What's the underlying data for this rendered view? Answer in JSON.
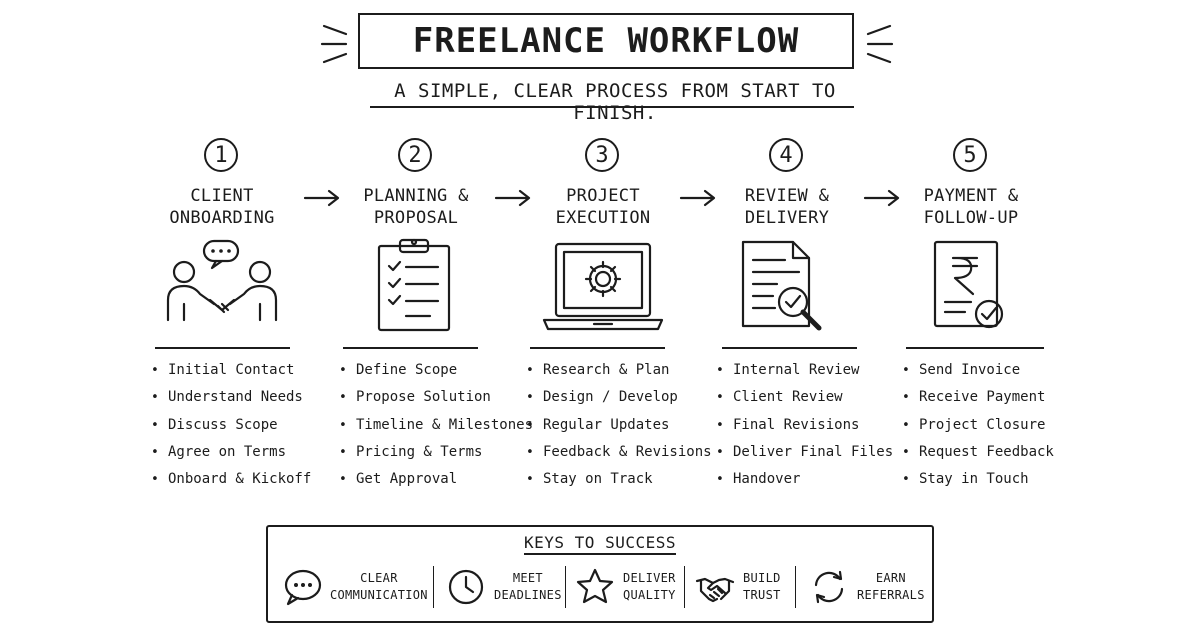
{
  "title": "FREELANCE WORKFLOW",
  "subtitle": "A SIMPLE, CLEAR PROCESS FROM START TO FINISH.",
  "steps": [
    {
      "number": "1",
      "title": "CLIENT\nONBOARDING",
      "icon": "handshake-people-icon",
      "items": [
        "Initial Contact",
        "Understand Needs",
        "Discuss Scope",
        "Agree on Terms",
        "Onboard & Kickoff"
      ]
    },
    {
      "number": "2",
      "title": "PLANNING &\nPROPOSAL",
      "icon": "clipboard-checklist-icon",
      "items": [
        "Define Scope",
        "Propose Solution",
        "Timeline & Milestones",
        "Pricing & Terms",
        "Get Approval"
      ]
    },
    {
      "number": "3",
      "title": "PROJECT\nEXECUTION",
      "icon": "laptop-gear-icon",
      "items": [
        "Research & Plan",
        "Design / Develop",
        "Regular Updates",
        "Feedback & Revisions",
        "Stay on Track"
      ]
    },
    {
      "number": "4",
      "title": "REVIEW &\nDELIVERY",
      "icon": "document-magnifier-icon",
      "items": [
        "Internal Review",
        "Client Review",
        "Final Revisions",
        "Deliver Final Files",
        "Handover"
      ]
    },
    {
      "number": "5",
      "title": "PAYMENT &\nFOLLOW-UP",
      "icon": "rupee-invoice-icon",
      "items": [
        "Send Invoice",
        "Receive Payment",
        "Project Closure",
        "Request Feedback",
        "Stay in Touch"
      ]
    }
  ],
  "keys": {
    "title": "KEYS TO SUCCESS",
    "items": [
      {
        "label": "CLEAR\nCOMMUNICATION",
        "icon": "speech-bubble-icon"
      },
      {
        "label": "MEET\nDEADLINES",
        "icon": "clock-icon"
      },
      {
        "label": "DELIVER\nQUALITY",
        "icon": "star-icon"
      },
      {
        "label": "BUILD\nTRUST",
        "icon": "handshake-icon"
      },
      {
        "label": "EARN\nREFERRALS",
        "icon": "refresh-icon"
      }
    ]
  }
}
